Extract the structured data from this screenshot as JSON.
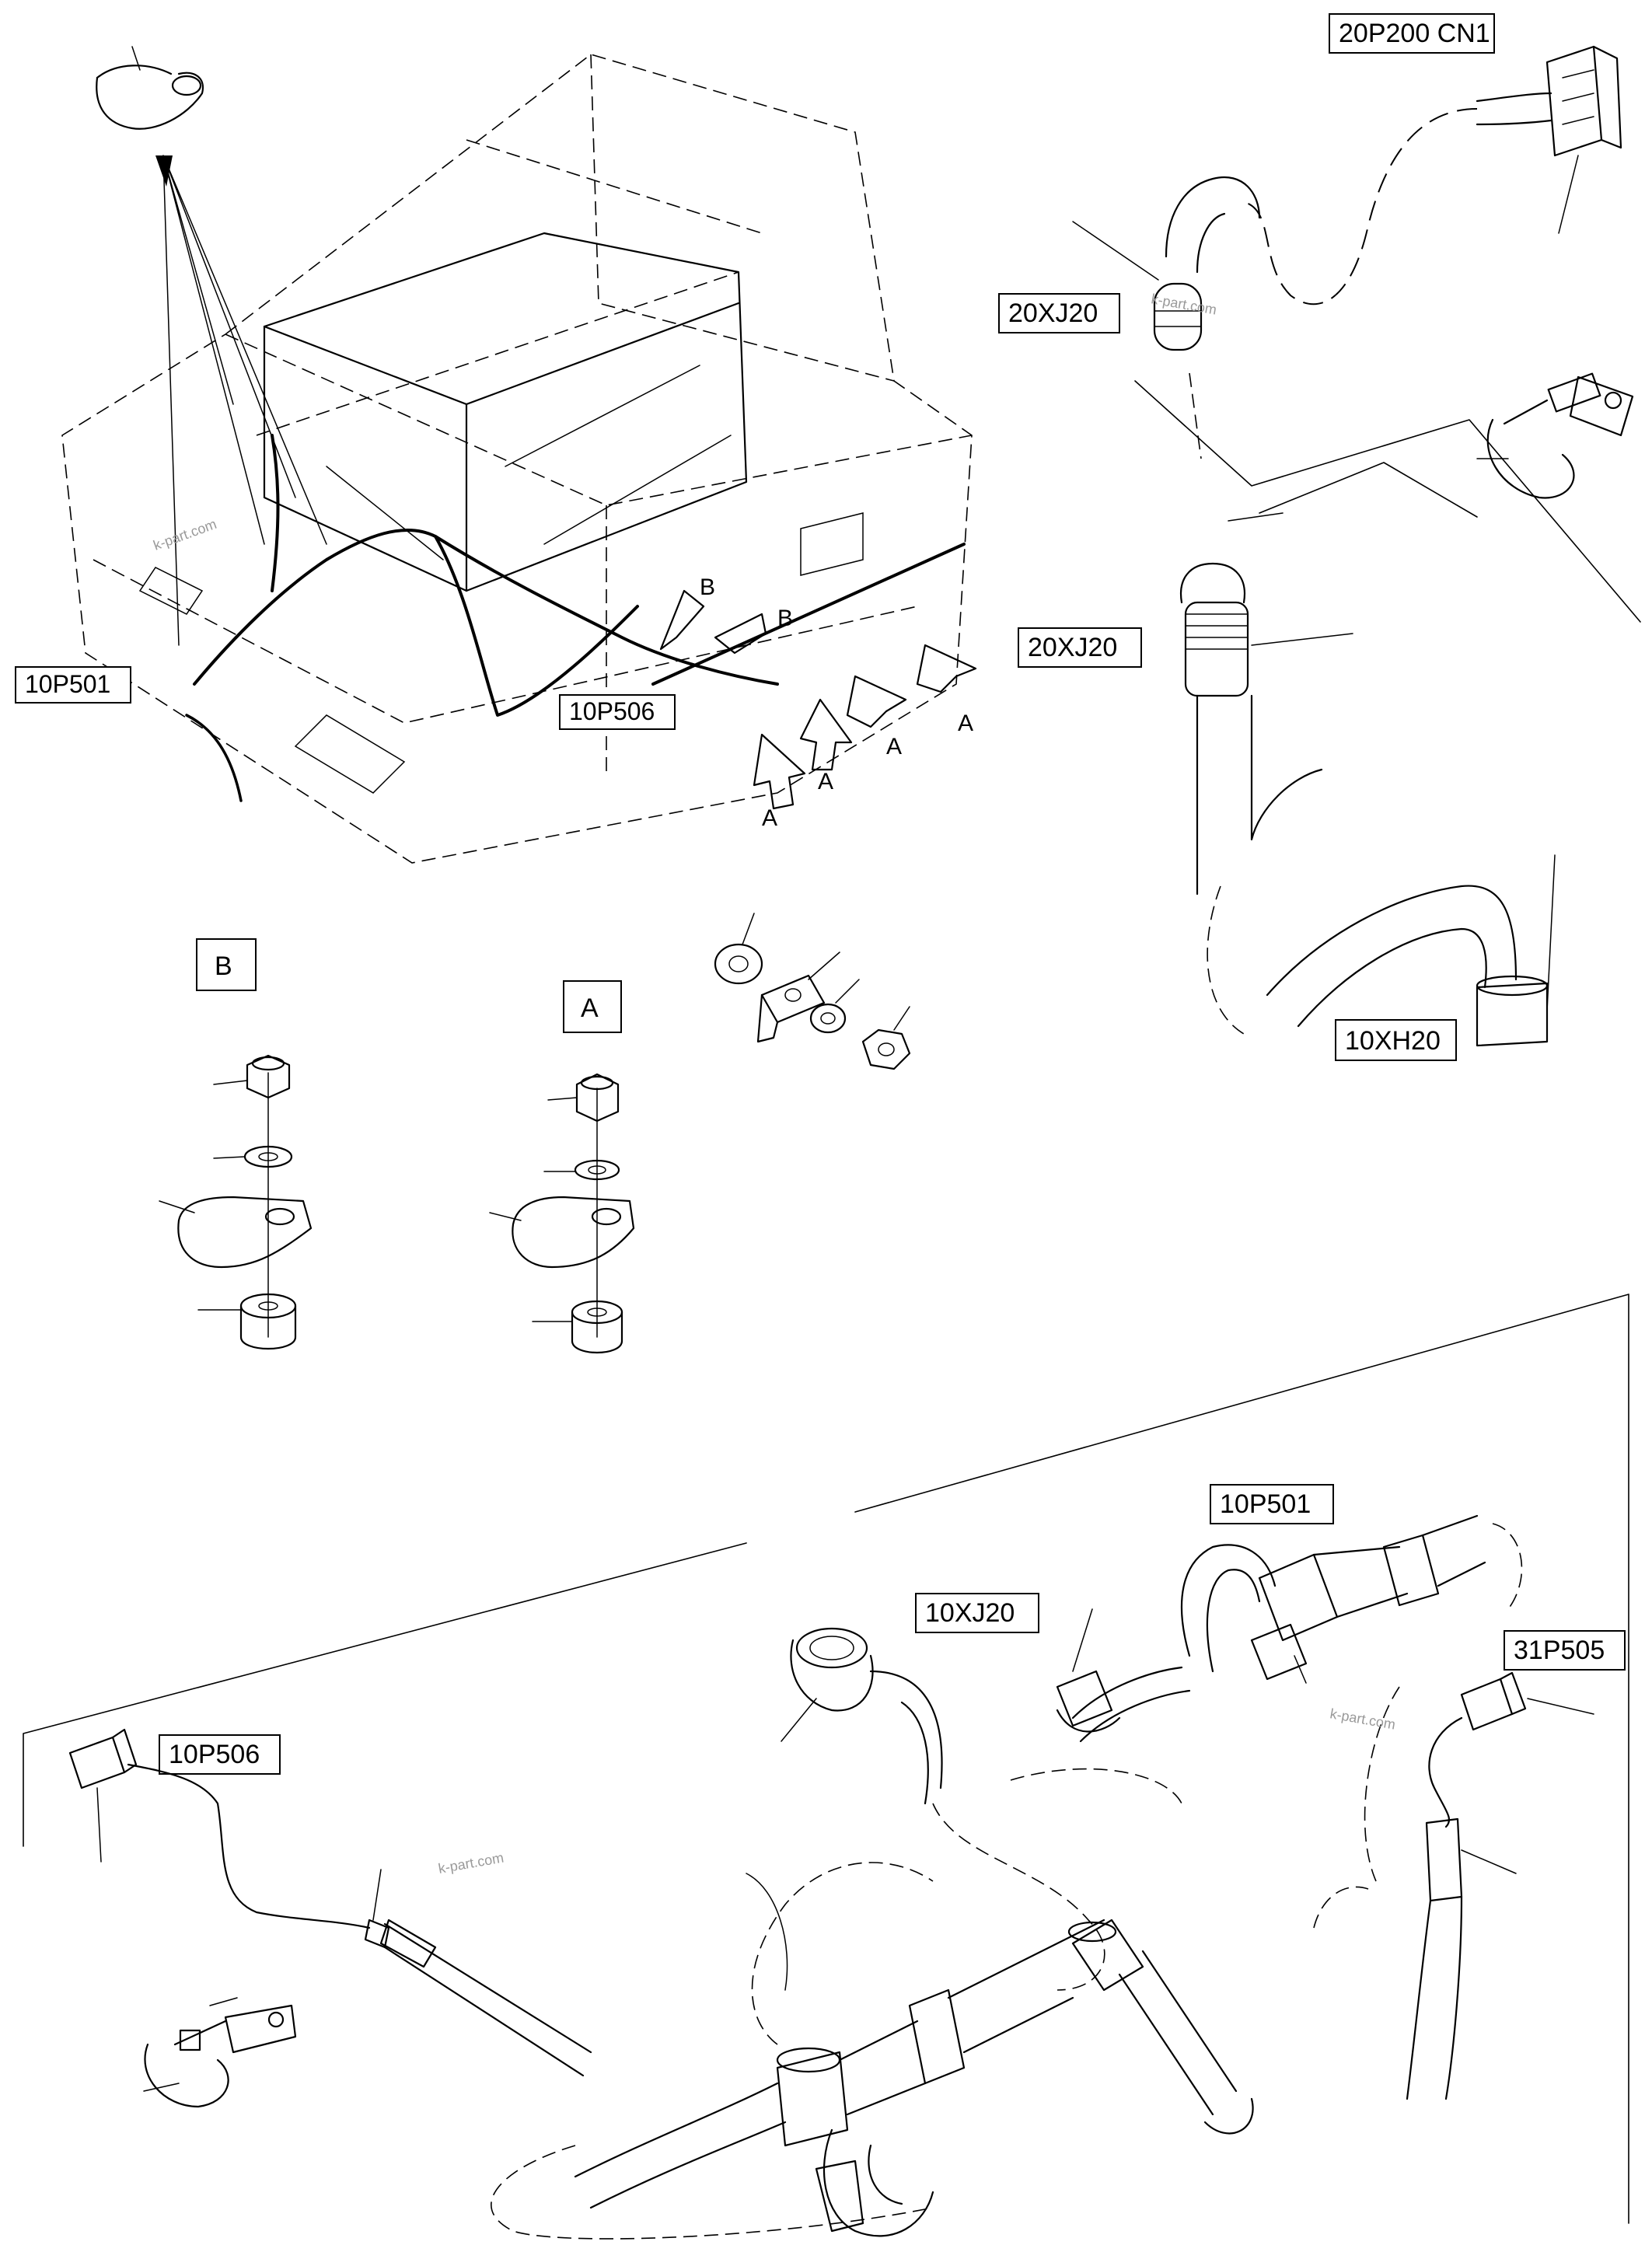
{
  "labels": {
    "l_20p200cn1": "20P200 CN1",
    "l_20xj20_top": "20XJ20",
    "l_20xj20_mid": "20XJ20",
    "l_10xh20": "10XH20",
    "l_10p501_top": "10P501",
    "l_10p506_top": "10P506",
    "l_10p501_bot": "10P501",
    "l_10xj20": "10XJ20",
    "l_31p505": "31P505",
    "l_10p506_bot": "10P506"
  },
  "detail_tags": {
    "b_box": "B",
    "a_box": "A",
    "b_arrow_1": "B",
    "b_arrow_2": "B",
    "a_arrow_1": "A",
    "a_arrow_2": "A",
    "a_arrow_3": "A",
    "a_arrow_4": "A"
  },
  "watermarks": {
    "w1": "k-part.com",
    "w2": "k-part.com",
    "w3": "k-part.com",
    "w4": "k-part.com"
  },
  "colors": {
    "ink": "#000000",
    "paper": "#ffffff",
    "watermark": "#999999"
  }
}
